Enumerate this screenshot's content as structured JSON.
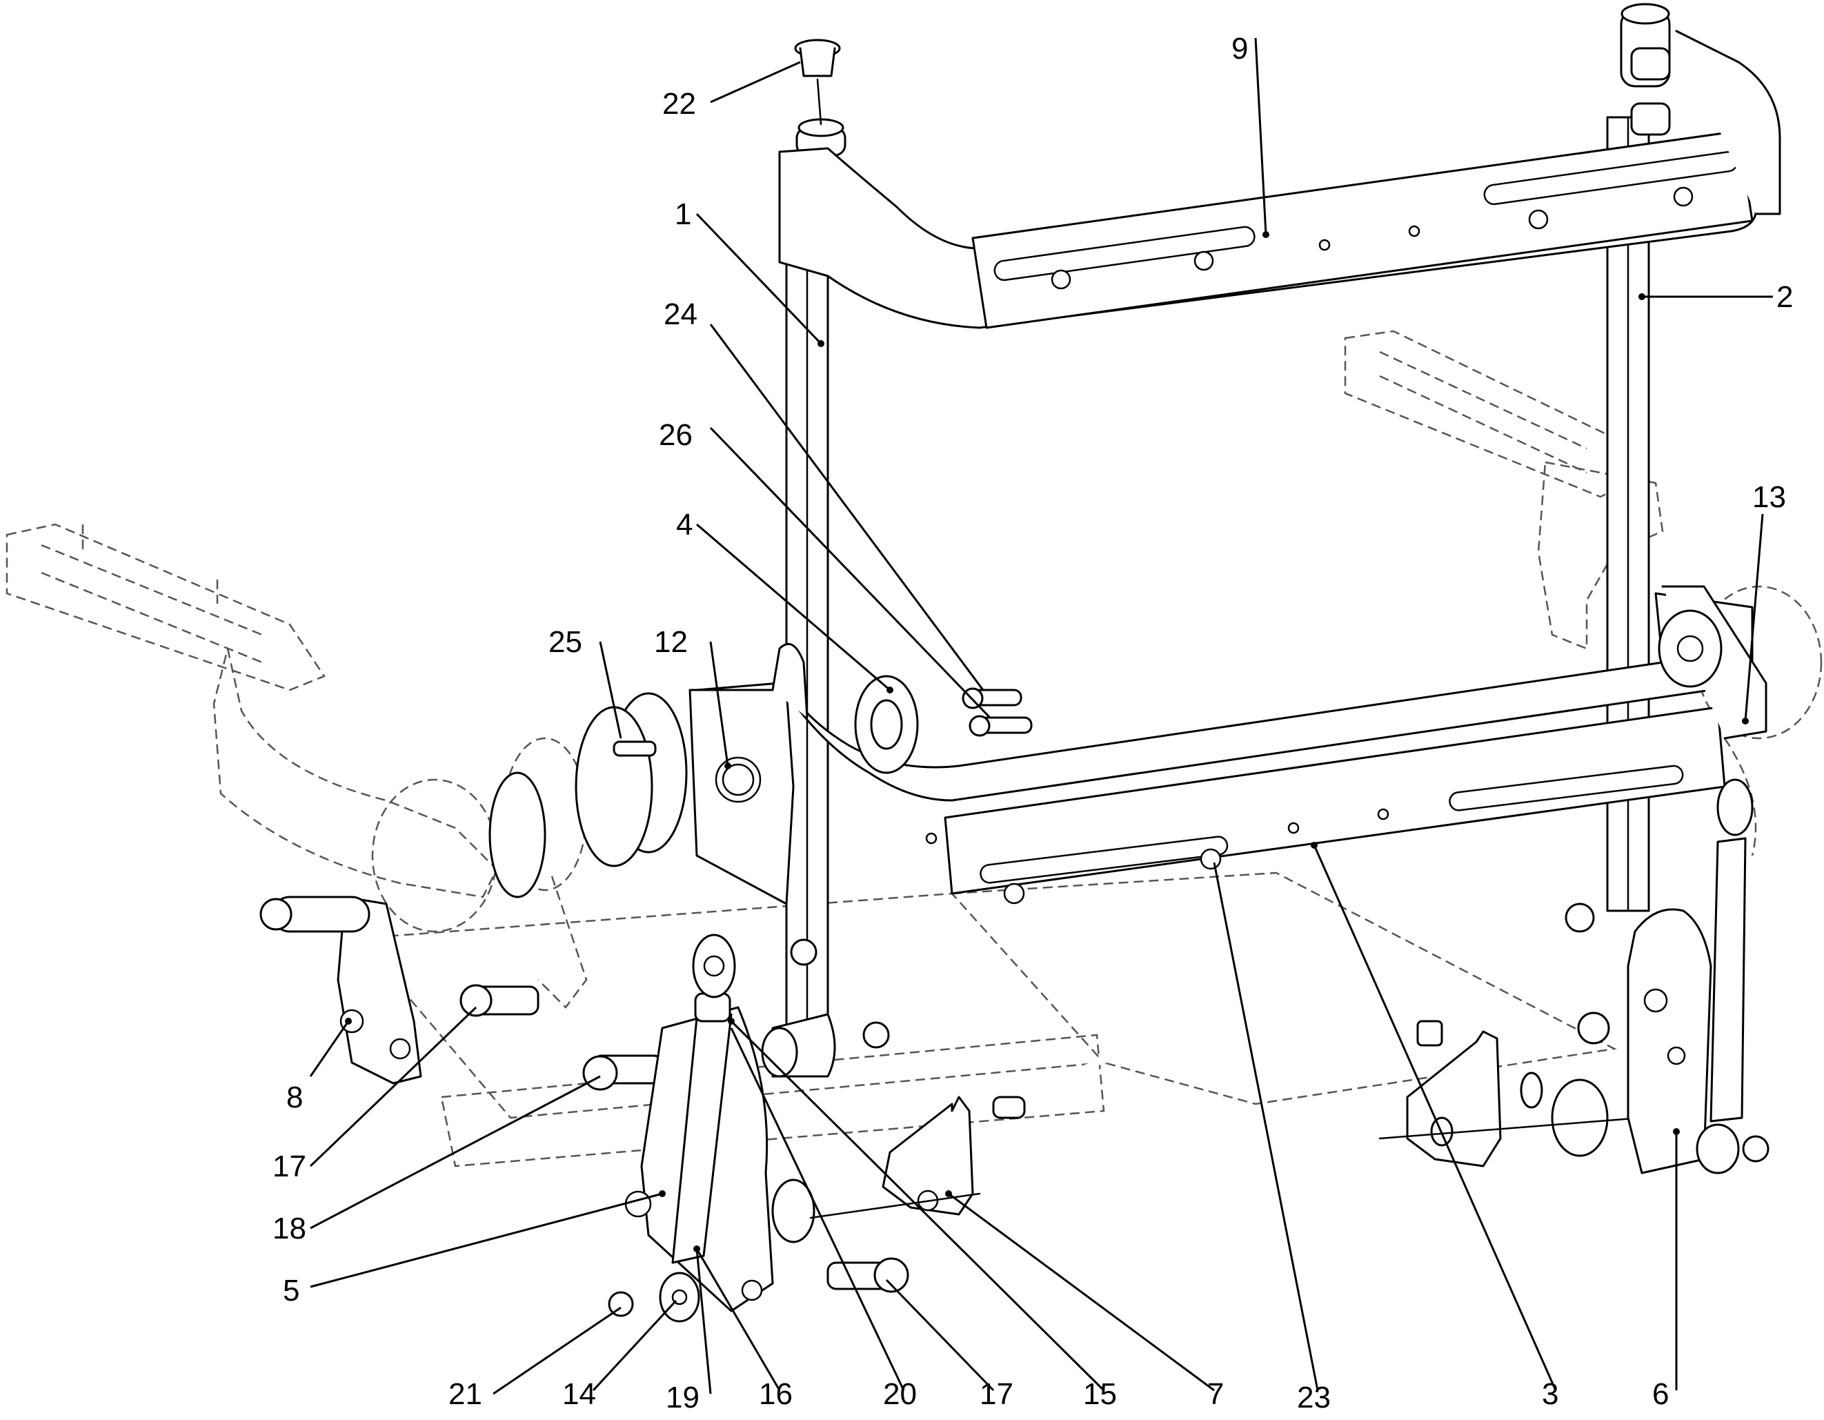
{
  "colors": {
    "line": "#000000",
    "ghost": "#555555",
    "background": "#ffffff"
  },
  "callouts": [
    {
      "id": "c22",
      "label": "22"
    },
    {
      "id": "c9",
      "label": "9"
    },
    {
      "id": "c1",
      "label": "1"
    },
    {
      "id": "c2",
      "label": "2"
    },
    {
      "id": "c24",
      "label": "24"
    },
    {
      "id": "c26",
      "label": "26"
    },
    {
      "id": "c4",
      "label": "4"
    },
    {
      "id": "c13",
      "label": "13"
    },
    {
      "id": "c25",
      "label": "25"
    },
    {
      "id": "c12",
      "label": "12"
    },
    {
      "id": "c8",
      "label": "8"
    },
    {
      "id": "c17a",
      "label": "17"
    },
    {
      "id": "c18",
      "label": "18"
    },
    {
      "id": "c5",
      "label": "5"
    },
    {
      "id": "c21",
      "label": "21"
    },
    {
      "id": "c14",
      "label": "14"
    },
    {
      "id": "c19",
      "label": "19"
    },
    {
      "id": "c16",
      "label": "16"
    },
    {
      "id": "c20",
      "label": "20"
    },
    {
      "id": "c17b",
      "label": "17"
    },
    {
      "id": "c15",
      "label": "15"
    },
    {
      "id": "c7",
      "label": "7"
    },
    {
      "id": "c23",
      "label": "23"
    },
    {
      "id": "c3",
      "label": "3"
    },
    {
      "id": "c6",
      "label": "6"
    }
  ]
}
